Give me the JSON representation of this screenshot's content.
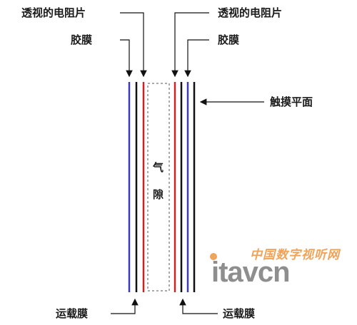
{
  "labels": {
    "top_left_line1": "透视的电阻片",
    "top_left_line2": "胶膜",
    "top_right_line1": "透视的电阻片",
    "top_right_line2": "胶膜",
    "touch_surface": "触摸平面",
    "air_gap_char1": "气",
    "air_gap_char2": "隙",
    "bottom_left": "运载膜",
    "bottom_right": "运载膜"
  },
  "watermark": {
    "chinese": "中国数字视听网",
    "latin": "itavcn"
  },
  "colors": {
    "blue_layer": "#3b3bb8",
    "black_layer": "#111111",
    "red_layer": "#cc2222",
    "gap_border": "#555555",
    "watermark_orange": "#f0a35a",
    "watermark_gray": "#8e8e8e"
  }
}
